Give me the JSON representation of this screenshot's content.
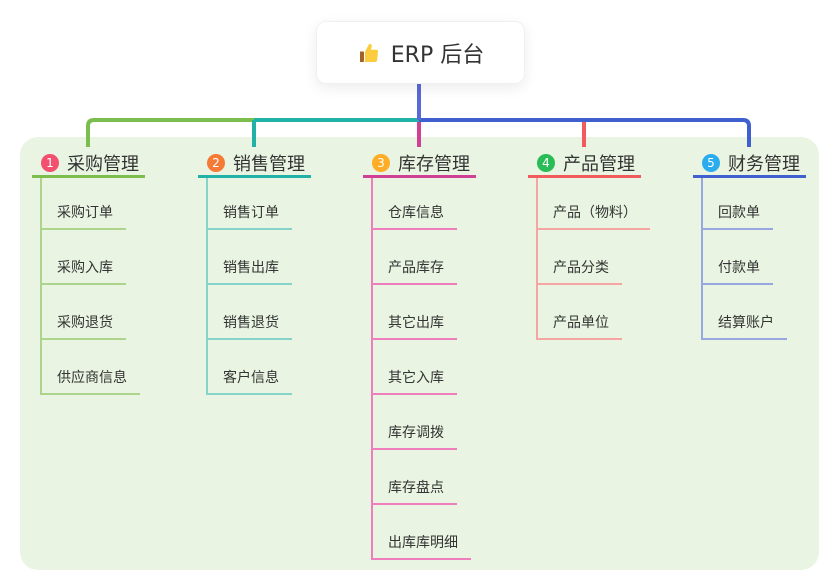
{
  "root": {
    "label": "ERP 后台",
    "icon": "thumbs-up-icon"
  },
  "colors": {
    "page_background": "#ffffff",
    "panel_background": "#E9F5E2",
    "root_line": "#5A69D8",
    "text": "#333333",
    "thumb_hand": "#FACC3E",
    "thumb_cuff": "#A4622B"
  },
  "branches": [
    {
      "number": "1",
      "label": "采购管理",
      "badge_color": "#F2506E",
      "line_color": "#7CBE4E",
      "child_line_color": "#ACD48D",
      "children": [
        "采购订单",
        "采购入库",
        "采购退货",
        "供应商信息"
      ]
    },
    {
      "number": "2",
      "label": "销售管理",
      "badge_color": "#F57A35",
      "line_color": "#21B1A7",
      "child_line_color": "#86D3CB",
      "children": [
        "销售订单",
        "销售出库",
        "销售退货",
        "客户信息"
      ]
    },
    {
      "number": "3",
      "label": "库存管理",
      "badge_color": "#FFAD27",
      "line_color": "#D04094",
      "child_line_color": "#EF7FBC",
      "children": [
        "仓库信息",
        "产品库存",
        "其它出库",
        "其它入库",
        "库存调拨",
        "库存盘点",
        "出库库明细"
      ]
    },
    {
      "number": "4",
      "label": "产品管理",
      "badge_color": "#2ABD57",
      "line_color": "#F15B5B",
      "child_line_color": "#F6A6A2",
      "children": [
        "产品（物料）",
        "产品分类",
        "产品单位"
      ]
    },
    {
      "number": "5",
      "label": "财务管理",
      "badge_color": "#2BACEE",
      "line_color": "#4060CF",
      "child_line_color": "#97A8E0",
      "children": [
        "回款单",
        "付款单",
        "结算账户"
      ]
    }
  ]
}
